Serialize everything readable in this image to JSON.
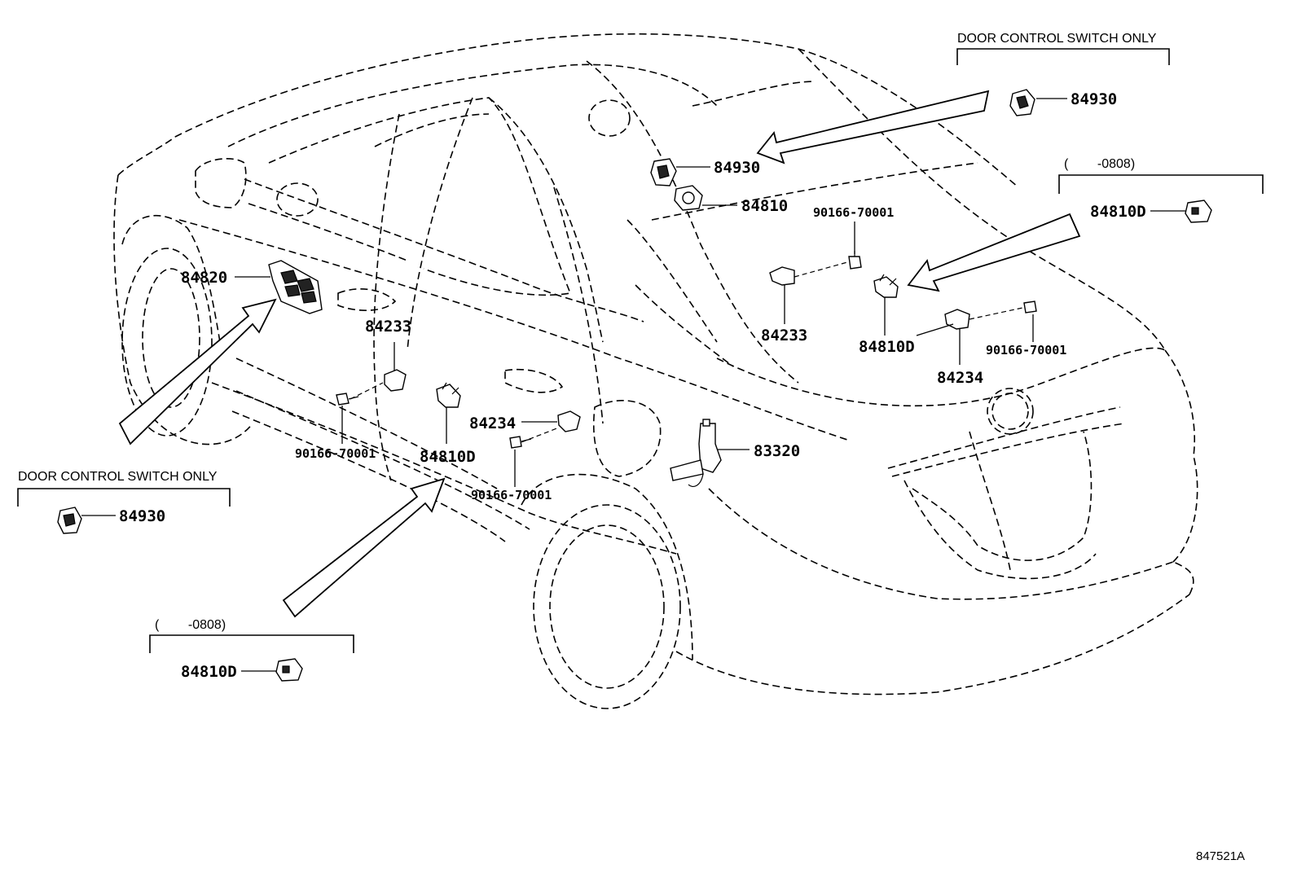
{
  "diagram_code": "847521A",
  "notes": {
    "door_control_switch_only": "DOOR CONTROL SWITCH ONLY",
    "date_range": "(        -0808)"
  },
  "labels": {
    "p84930_top": "84930",
    "p84930_mid": "84930",
    "p84930_left": "84930",
    "p84810": "84810",
    "p84810D_right": "84810D",
    "p84810D_mid_right": "84810D",
    "p84810D_mid": "84810D",
    "p84810D_left": "84810D",
    "p84820": "84820",
    "p84233_left": "84233",
    "p84233_right": "84233",
    "p84234_right": "84234",
    "p84234_mid": "84234",
    "p83320": "83320",
    "bolt_top": "90166-70001",
    "bolt_right": "90166-70001",
    "bolt_left": "90166-70001",
    "bolt_mid": "90166-70001"
  }
}
